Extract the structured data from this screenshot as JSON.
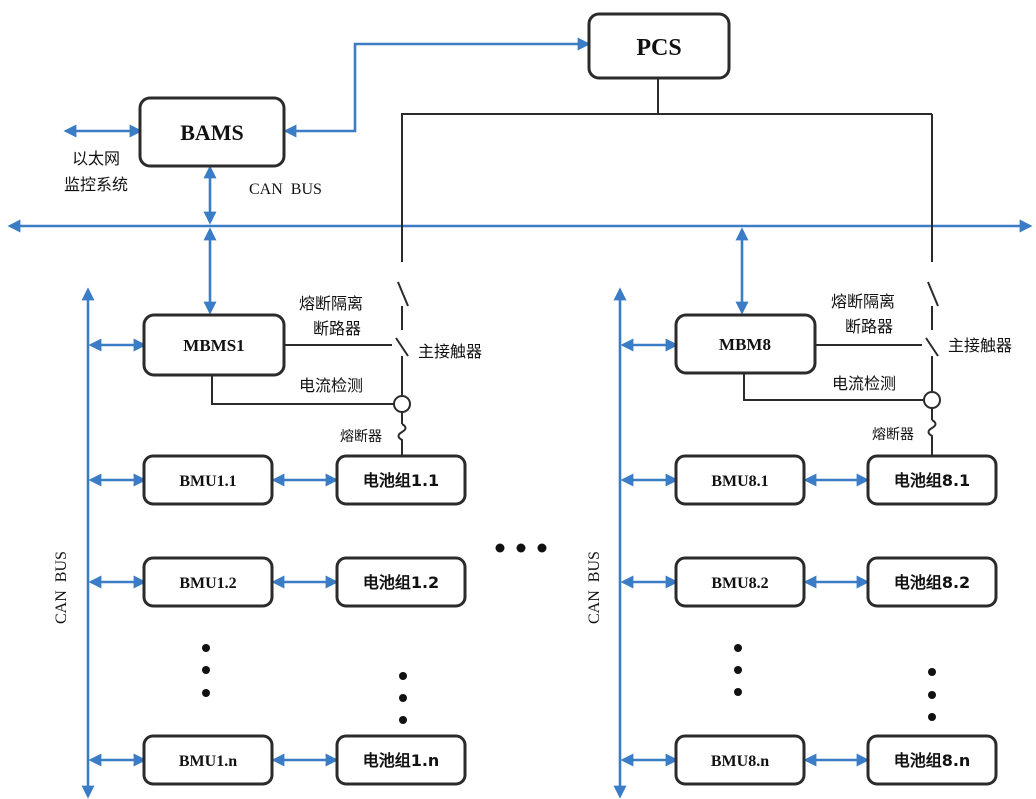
{
  "nodes": {
    "pcs": "PCS",
    "bams": "BAMS",
    "mbms1": "MBMS1",
    "mbm8": "MBM8",
    "bmu1_1": "BMU1.1",
    "bmu1_2": "BMU1.2",
    "bmu1_n": "BMU1.n",
    "bmu8_1": "BMU8.1",
    "bmu8_2": "BMU8.2",
    "bmu8_n": "BMU8.n",
    "pack1_1": "电池组1.1",
    "pack1_2": "电池组1.2",
    "pack1_n": "电池组1.n",
    "pack8_1": "电池组8.1",
    "pack8_2": "电池组8.2",
    "pack8_n": "电池组8.n"
  },
  "labels": {
    "ethernet": "以太网",
    "monitor": "监控系统",
    "can_bus": "CAN  BUS",
    "fuse_isolator_1": "熔断隔离",
    "fuse_isolator_2": "断路器",
    "main_contactor": "主接触器",
    "current_detect": "电流检测",
    "fuse": "熔断器"
  },
  "colors": {
    "bus_line": "#3a7cc6",
    "box_border": "#2b2b2b",
    "power_line": "#2b2b2b"
  }
}
